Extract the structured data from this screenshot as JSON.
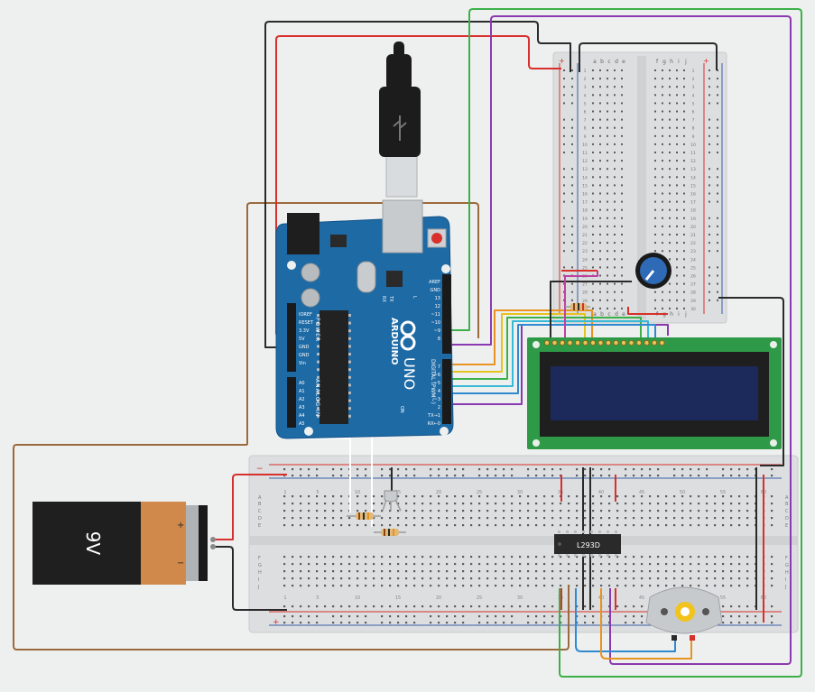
{
  "arduino": {
    "brand": "ARDUINO",
    "model": "UNO",
    "on_label": "ON",
    "tx_label": "TX",
    "rx_label": "RX",
    "l_label": "L",
    "power_section_label": "POWER",
    "analog_section_label": "ANALOG IN",
    "digital_section_label": "DIGITAL (PWM~)",
    "power_pins": [
      "IOREF",
      "RESET",
      "3.3V",
      "5V",
      "GND",
      "GND",
      "Vin"
    ],
    "analog_pins": [
      "A0",
      "A1",
      "A2",
      "A3",
      "A4",
      "A5"
    ],
    "digital_pins_top": [
      "AREF",
      "GND",
      "13",
      "12",
      "~11",
      "~10",
      "~9",
      "8"
    ],
    "digital_pins_bottom": [
      "7",
      "~6",
      "~5",
      "4",
      "~3",
      "2",
      "TX→1",
      "RX←0"
    ]
  },
  "battery": {
    "label": "9V",
    "plus": "+",
    "minus": "−"
  },
  "driver_chip": {
    "label": "L293D"
  },
  "small_breadboard": {
    "cols_left": [
      "a",
      "b",
      "c",
      "d",
      "e"
    ],
    "cols_right": [
      "f",
      "g",
      "h",
      "i",
      "j"
    ],
    "rows": [
      "1",
      "2",
      "3",
      "4",
      "5",
      "6",
      "7",
      "8",
      "9",
      "10",
      "11",
      "12",
      "13",
      "14",
      "15",
      "16",
      "17",
      "18",
      "19",
      "20",
      "21",
      "22",
      "23",
      "24",
      "25",
      "26",
      "27",
      "28",
      "29",
      "30"
    ],
    "plus": "+",
    "minus": "−"
  },
  "large_breadboard": {
    "row_letters_top": [
      "A",
      "B",
      "C",
      "D",
      "E"
    ],
    "row_letters_bottom": [
      "F",
      "G",
      "H",
      "I",
      "J"
    ],
    "column_numbers": [
      "1",
      "5",
      "10",
      "15",
      "20",
      "25",
      "30",
      "35",
      "40",
      "45",
      "50",
      "55",
      "60"
    ],
    "plus": "+",
    "minus": "−"
  },
  "colors": {
    "red_wire": "#d8302c",
    "black_wire": "#2a2a2a",
    "brown_wire": "#9b6a3c",
    "green_wire": "#3cb048",
    "purple_wire": "#8a3ab0",
    "orange_wire": "#e89222",
    "yellow_wire": "#e6c21d",
    "blue_wire": "#2f8ad0",
    "cyan_wire": "#35b9d6",
    "magenta_wire": "#c040a0",
    "arduino_blue": "#1d6aa5",
    "lcd_green": "#2e9a48",
    "lcd_screen": "#1b2a5a"
  }
}
